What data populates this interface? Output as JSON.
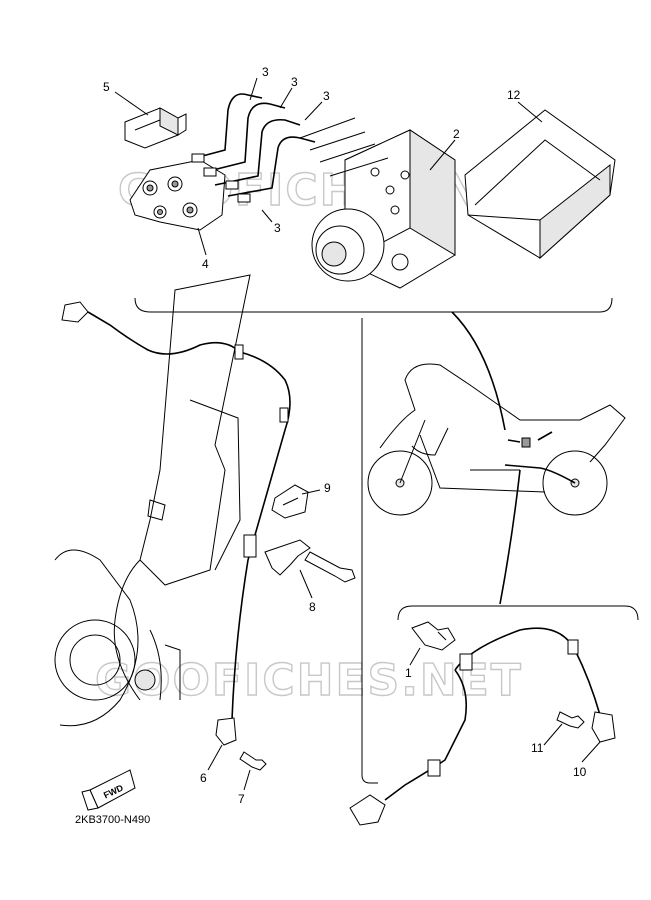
{
  "drawing_code": "2KB3700-N490",
  "fwd_label": "FWD",
  "watermark": "GOOFICHES.NET",
  "callouts": {
    "c1": "1",
    "c2": "2",
    "c3a": "3",
    "c3b": "3",
    "c3c": "3",
    "c3d": "3",
    "c4": "4",
    "c5": "5",
    "c6": "6",
    "c7": "7",
    "c8": "8",
    "c9": "9",
    "c10": "10",
    "c11": "11",
    "c12": "12"
  }
}
